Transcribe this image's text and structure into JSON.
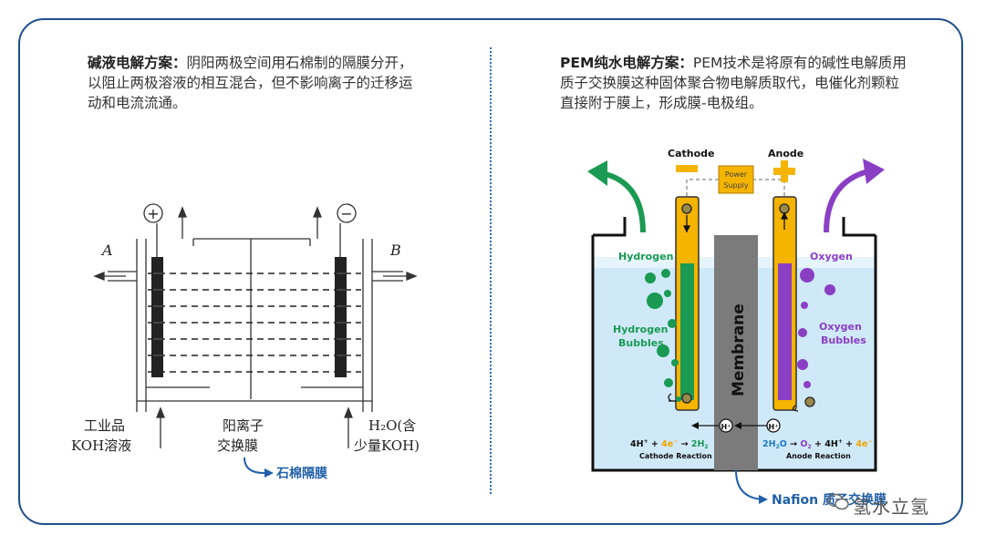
{
  "left": {
    "title": "碱液电解方案：",
    "body": "阴阳两极空间用石棉制的隔膜分开，以阻止两极溶液的相互混合，但不影响离子的迁移运动和电流流通。",
    "label_a": "A",
    "label_b": "B",
    "plus": "+",
    "minus": "−",
    "feed_left_1": "工业品",
    "feed_left_2": "KOH溶液",
    "membrane_1": "阳离子",
    "membrane_2": "交换膜",
    "feed_right_1": "H₂O(含",
    "feed_right_2": "少量KOH)",
    "callout": "石棉隔膜"
  },
  "right": {
    "title": "PEM纯水电解方案：",
    "body": "PEM技术是将原有的碱性电解质用质子交换膜这种固体聚合物电解质取代，电催化剂颗粒直接附于膜上，形成膜-电极组。",
    "cathode": "Cathode",
    "anode": "Anode",
    "power_1": "Power",
    "power_2": "Supply",
    "hydrogen": "Hydrogen",
    "oxygen": "Oxygen",
    "hydrogen_bubbles_1": "Hydrogen",
    "hydrogen_bubbles_2": "Bubbles",
    "oxygen_bubbles_1": "Oxygen",
    "oxygen_bubbles_2": "Bubbles",
    "membrane": "Membrane",
    "hplus": "H⁺",
    "cathode_reaction": "Cathode Reaction",
    "anode_reaction": "Anode Reaction",
    "callout": "Nafion 质子交换膜"
  },
  "watermark": "氢水立氢",
  "colors": {
    "frame": "#1f4f8c",
    "hydrogen": "#1a9a52",
    "oxygen": "#8a3fc4",
    "electrode": "#f5b400",
    "callout": "#1f5fa8"
  }
}
